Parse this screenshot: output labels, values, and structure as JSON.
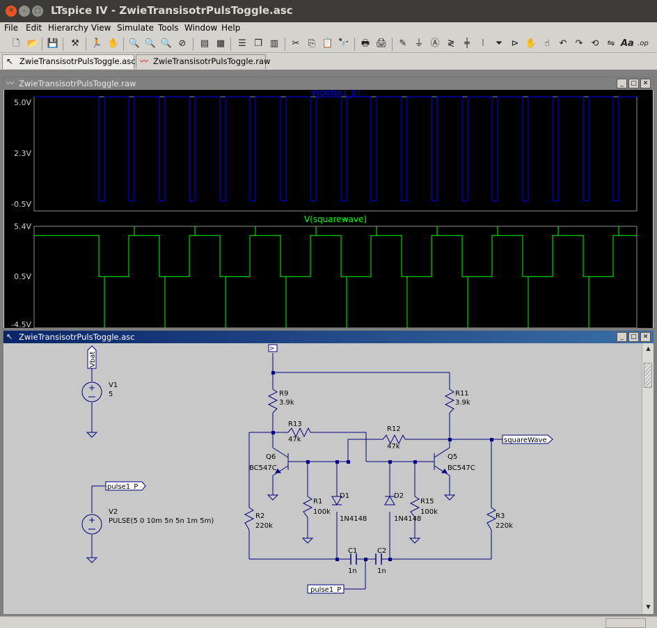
{
  "window": {
    "title": "LTspice IV - ZwieTransisotrPulsToggle.asc",
    "close_glyph": "✕",
    "min_glyph": "–",
    "max_glyph": "□"
  },
  "menu": [
    "File",
    "Edit",
    "Hierarchy",
    "View",
    "Simulate",
    "Tools",
    "Window",
    "Help"
  ],
  "toolbar": {
    "icons": [
      "new-schematic-icon",
      "open-icon",
      "save-icon",
      "control-panel-icon",
      "run-icon",
      "halt-icon",
      "zoom-in-icon",
      "zoom-full-icon",
      "zoom-out-icon",
      "zoom-cancel-icon",
      "autorange-icon",
      "grid-icon",
      "tile-horizontal-icon",
      "cascade-icon",
      "tile-vertical-icon",
      "cut-icon",
      "copy-icon",
      "paste-icon",
      "find-icon",
      "print-setup-icon",
      "print-icon",
      "wire-icon",
      "ground-icon",
      "label-icon",
      "resistor-icon",
      "capacitor-icon",
      "inductor-icon",
      "diode-icon",
      "component-icon",
      "move-icon",
      "drag-icon",
      "undo-icon",
      "redo-icon",
      "rotate-icon",
      "mirror-icon",
      "text-icon",
      "spice-directive-icon"
    ],
    "text_label": "Aa",
    "spice_label": ".op"
  },
  "tabs": [
    {
      "label": "ZwieTransisotrPulsToggle.asc",
      "icon": "schematic-icon"
    },
    {
      "label": "ZwieTransisotrPulsToggle.raw",
      "icon": "waveform-icon"
    }
  ],
  "waveform_window": {
    "title": "ZwieTransisotrPulsToggle.raw",
    "ctrl": [
      "_",
      "□",
      "✕"
    ]
  },
  "schematic_window": {
    "title": "ZwieTransisotrPulsToggle.asc",
    "ctrl": [
      "_",
      "□",
      "✕"
    ]
  },
  "chart_data": [
    {
      "type": "line",
      "title": "V(pulse1_p)",
      "color": "#0000ff",
      "yticks": [
        "5.0V",
        "2.3V",
        "-0.5V"
      ],
      "ylim": [
        -0.5,
        5.0
      ],
      "pulse_x_starts": [
        136,
        223,
        310,
        397,
        484,
        571,
        658,
        745,
        832
      ],
      "pulse_mid_offset": 43,
      "pulse_width": 8,
      "high": 5.0,
      "low": 0
    },
    {
      "type": "line",
      "title": "V(squarewave)",
      "color": "#00ff00",
      "yticks": [
        "5.4V",
        "0.5V",
        "-4.5V"
      ],
      "ylim": [
        -4.5,
        5.4
      ],
      "high": 4.5,
      "low": 0.5,
      "spike_up": 5.4,
      "spike_down": -4.5
    }
  ],
  "schematic": {
    "labels": {
      "vbat": "Vbat",
      "v1_name": "V1",
      "v1_value": "5",
      "v2_name": "V2",
      "v2_value": "PULSE(5 0 10m 5n 5n 1m 5m)",
      "pulse_label_top": "pulse1_P",
      "pulse_label_bottom": "pulse1_P",
      "squarewave_label": "squareWave",
      "r9": "R9",
      "r9v": "3.9k",
      "r11": "R11",
      "r11v": "3.9k",
      "r13": "R13",
      "r13v": "47k",
      "r12": "R12",
      "r12v": "47k",
      "q6": "Q6",
      "q6v": "BC547C",
      "q5": "Q5",
      "q5v": "BC547C",
      "r1": "R1",
      "r1v": "100k",
      "r15": "R15",
      "r15v": "100k",
      "d1": "D1",
      "d1v": "1N4148",
      "d2": "D2",
      "d2v": "1N4148",
      "r2": "R2",
      "r2v": "220k",
      "r3": "R3",
      "r3v": "220k",
      "c1": "C1",
      "c1v": "1n",
      "c2": "C2",
      "c2v": "1n"
    }
  }
}
